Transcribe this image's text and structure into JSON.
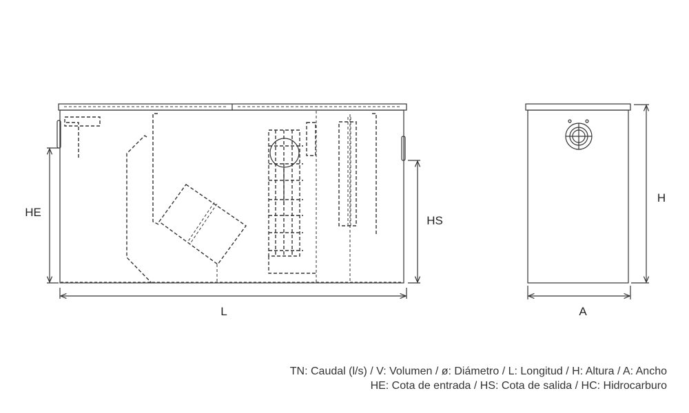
{
  "front_view": {
    "dimensions": {
      "he": "HE",
      "hs": "HS",
      "l": "L"
    }
  },
  "side_view": {
    "dimensions": {
      "h": "H",
      "a": "A"
    }
  },
  "legend": {
    "line1": "TN: Caudal (l/s) / V: Volumen / ø: Diámetro / L: Longitud / H: Altura / A: Ancho",
    "line2": "HE: Cota de entrada / HS: Cota de salida / HC: Hidrocarburo"
  }
}
